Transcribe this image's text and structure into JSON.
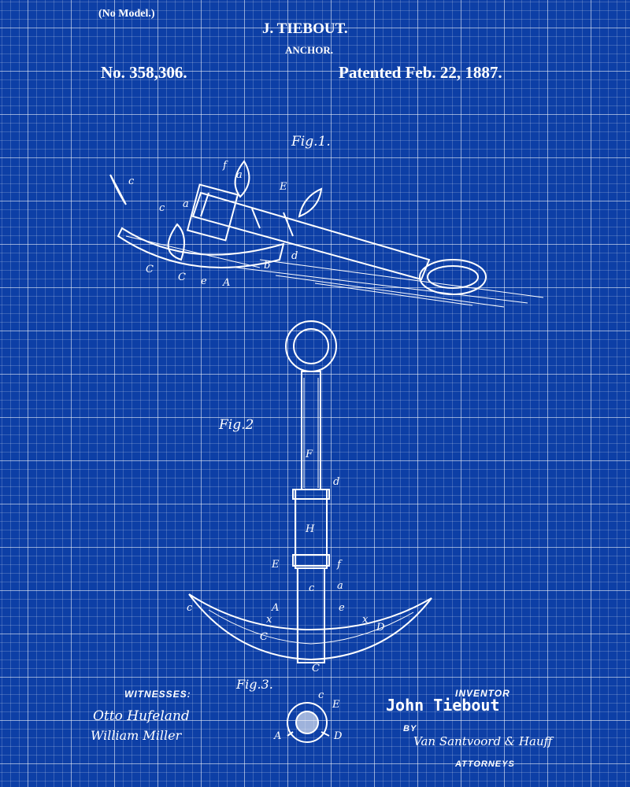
{
  "header": {
    "model_note": "(No Model.)",
    "inventor_name": "J. TIEBOUT.",
    "title": "ANCHOR.",
    "patent_number": "No. 358,306.",
    "patent_date": "Patented Feb. 22, 1887."
  },
  "figures": {
    "fig1": {
      "label": "Fig.1.",
      "letters": [
        "c",
        "c",
        "a",
        "f",
        "a",
        "E",
        "C",
        "C",
        "e",
        "A",
        "d",
        "b"
      ]
    },
    "fig2": {
      "label": "Fig.2",
      "letters": [
        "F",
        "d",
        "H",
        "E",
        "f",
        "a",
        "c",
        "A",
        "e",
        "x",
        "x",
        "c",
        "C",
        "D",
        "C"
      ]
    },
    "fig3": {
      "label": "Fig.3.",
      "letters": [
        "c",
        "E",
        "A",
        "D"
      ]
    }
  },
  "footer": {
    "witnesses_label": "WITNESSES:",
    "witness_1": "Otto Hufeland",
    "witness_2": "William Miller",
    "inventor_label": "INVENTOR",
    "inventor_signature": "John Tiebout",
    "by_label": "BY",
    "attorneys_signature": "Van Santvoord & Hauff",
    "attorneys_label": "ATTORNEYS"
  },
  "colors": {
    "background": "#0d3fa6",
    "ink": "#ffffff"
  }
}
